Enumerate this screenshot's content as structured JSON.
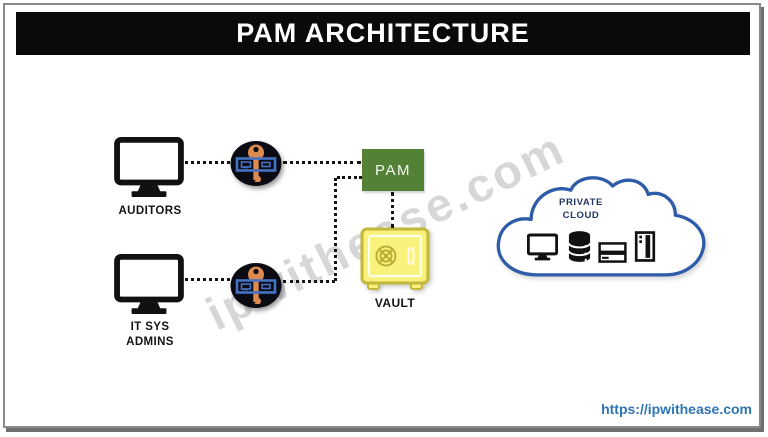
{
  "title_bar": {
    "title": "PAM ARCHITECTURE",
    "bg_color": "#0a0a0a",
    "text_color": "#ffffff"
  },
  "watermark": {
    "text": "ipwithease.com"
  },
  "footer": {
    "link_text": "https://ipwithease.com",
    "link_color": "#2e75b6"
  },
  "diagram": {
    "auditors": {
      "label": "AUDITORS",
      "icon": "monitor-icon"
    },
    "it_admins": {
      "label_line1": "IT SYS",
      "label_line2": "ADMINS",
      "icon": "monitor-icon"
    },
    "credential_key": {
      "icon": "key-credential-icon",
      "oval_color": "#0b0b14",
      "key_color": "#dd8a50",
      "badge_color": "#4472c4"
    },
    "pam": {
      "label": "PAM",
      "fill_color": "#538135",
      "text_color": "#f5f5ef"
    },
    "vault": {
      "label": "VAULT",
      "icon": "safe-vault-icon",
      "fill_color": "#f8f17c",
      "outline_color": "#c3b83a"
    },
    "private_cloud": {
      "label_line1": "PRIVATE",
      "label_line2": "CLOUD",
      "outline_color": "#2e5ca8",
      "text_color": "#1f3864",
      "icons": [
        "monitor-icon",
        "database-icon",
        "rack-server-icon",
        "tower-server-icon"
      ]
    },
    "connections": {
      "style": "dotted",
      "color": "#141414",
      "links": [
        "auditors → key → PAM",
        "it-sys-admins → key → PAM",
        "PAM → vault"
      ]
    }
  }
}
